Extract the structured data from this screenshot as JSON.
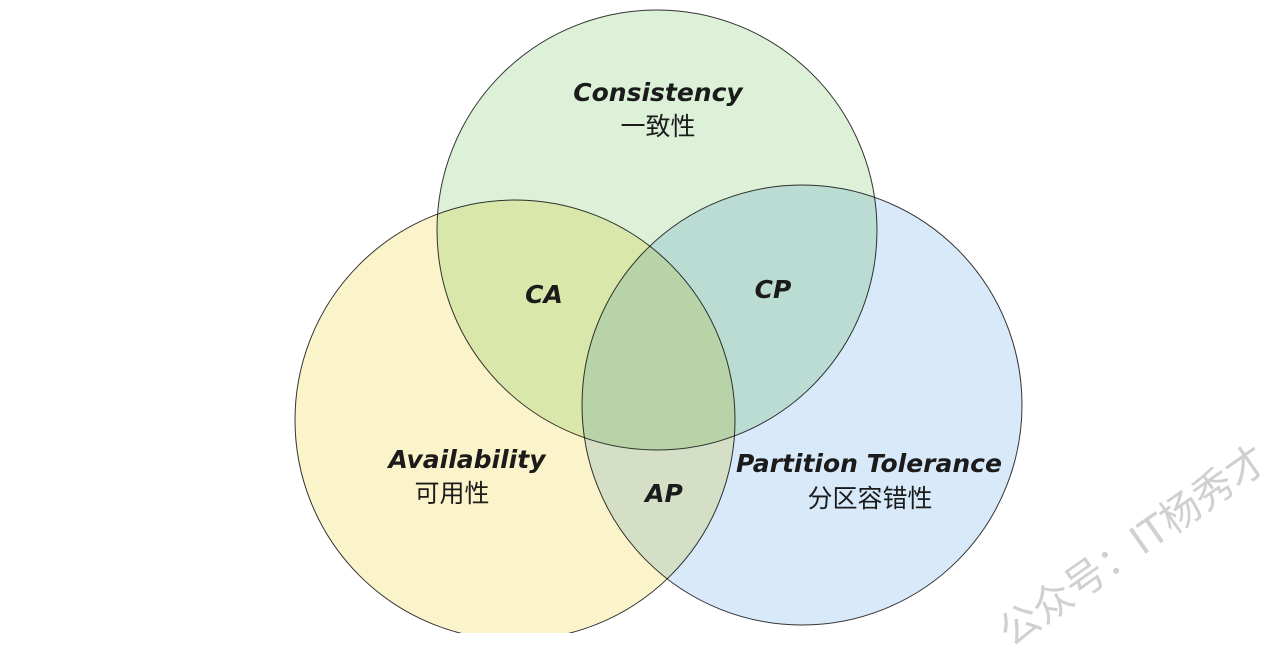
{
  "sets": [
    {
      "name": "Consistency",
      "subtitle": "一致性",
      "color": "#d8f0d4"
    },
    {
      "name": "Availability",
      "subtitle": "可用性",
      "color": "#fbf3c4"
    },
    {
      "name": "Partition Tolerance",
      "subtitle": "分区容错性",
      "color": "#d4e7f8"
    }
  ],
  "intersections": {
    "ca": "CA",
    "cp": "CP",
    "ap": "AP"
  },
  "watermark": "公众号：IT杨秀才"
}
